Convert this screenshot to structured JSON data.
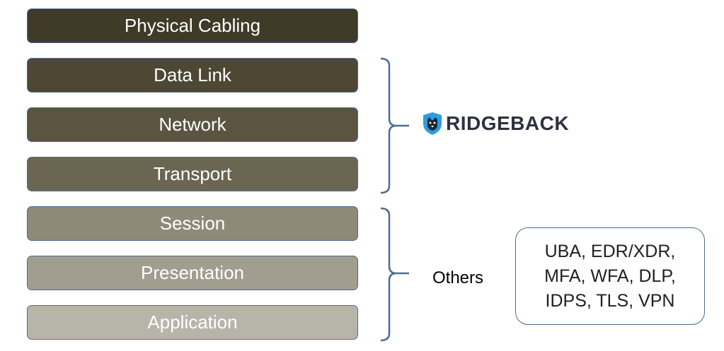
{
  "layers": [
    {
      "label": "Physical Cabling"
    },
    {
      "label": "Data Link"
    },
    {
      "label": "Network"
    },
    {
      "label": "Transport"
    },
    {
      "label": "Session"
    },
    {
      "label": "Presentation"
    },
    {
      "label": "Application"
    }
  ],
  "logo": {
    "text": "RIDGEBACK",
    "icon": "shield-dog-icon",
    "text_color": "#2d3140",
    "icon_color": "#2b9fe0"
  },
  "others": {
    "label": "Others",
    "lines": [
      "UBA, EDR/XDR,",
      "MFA, WFA, DLP,",
      "IDPS, TLS, VPN"
    ]
  },
  "colors": {
    "border": "#4f6b8f",
    "brace": "#4f6b8f"
  }
}
